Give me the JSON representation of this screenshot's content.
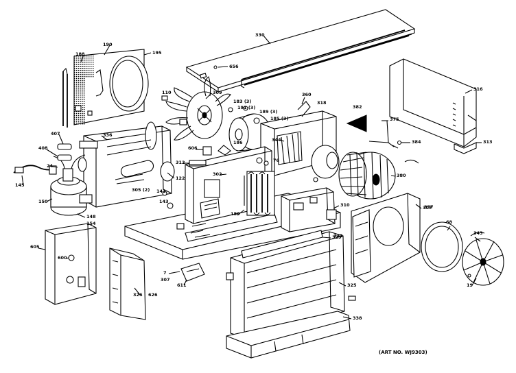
{
  "art_number": "(ART NO. WJ9303)",
  "labels": {
    "l330": "330",
    "l656": "656",
    "l188": "188",
    "l190": "190",
    "l195": "195",
    "l110": "110",
    "l309": "309",
    "l183": "183 (3)",
    "l191": "191 (3)",
    "l189": "189 (3)",
    "l186": "186",
    "l185": "185 (3)",
    "l316": "316",
    "l360": "360",
    "l318": "318",
    "l375": "375",
    "l382": "382",
    "l384": "384",
    "l313": "313",
    "l336": "336",
    "l407": "407",
    "l408": "408",
    "l24": "24",
    "l145": "145",
    "l150": "150",
    "l148": "148",
    "l154": "154",
    "l312": "312",
    "l122": "122",
    "l141": "141",
    "l143": "143",
    "l305a": "305 (2)",
    "l344": "344",
    "l76": "76",
    "l302": "302",
    "l307": "307",
    "l310": "310",
    "l380": "380",
    "l606": "606",
    "l180": "180",
    "l342": "342",
    "l605": "605",
    "l600": "600",
    "l326": "326",
    "l7": "7",
    "l307b": "307",
    "l611": "611",
    "l626": "626",
    "l329": "329",
    "l325": "325",
    "l338": "338",
    "l357": "357",
    "l68": "68",
    "l343": "343",
    "l19": "19"
  }
}
